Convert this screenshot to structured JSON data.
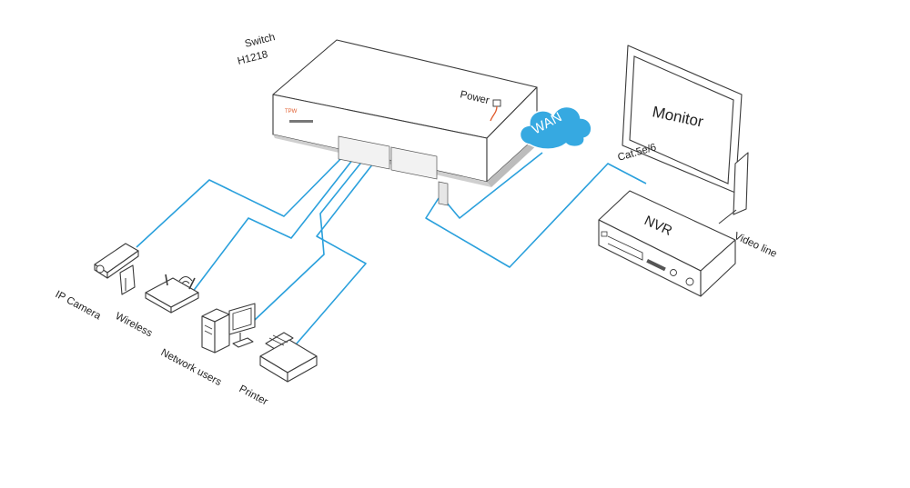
{
  "switch": {
    "label": "Switch",
    "model": "H1218",
    "power_label": "Power",
    "brand": "TPW"
  },
  "cloud": {
    "label": "WAN"
  },
  "monitor": {
    "label": "Monitor"
  },
  "nvr": {
    "label": "NVR"
  },
  "cables": {
    "cat_label": "Cat.5e/6",
    "video_label": "Video line"
  },
  "devices": {
    "ip_camera": "IP Camera",
    "wireless": "Wireless",
    "network_users": "Network users",
    "printer": "Printer"
  },
  "colors": {
    "cable": "#2aa0dc",
    "cloud": "#36a9e1",
    "power": "#e05a2a",
    "outline": "#3a3a3a"
  }
}
